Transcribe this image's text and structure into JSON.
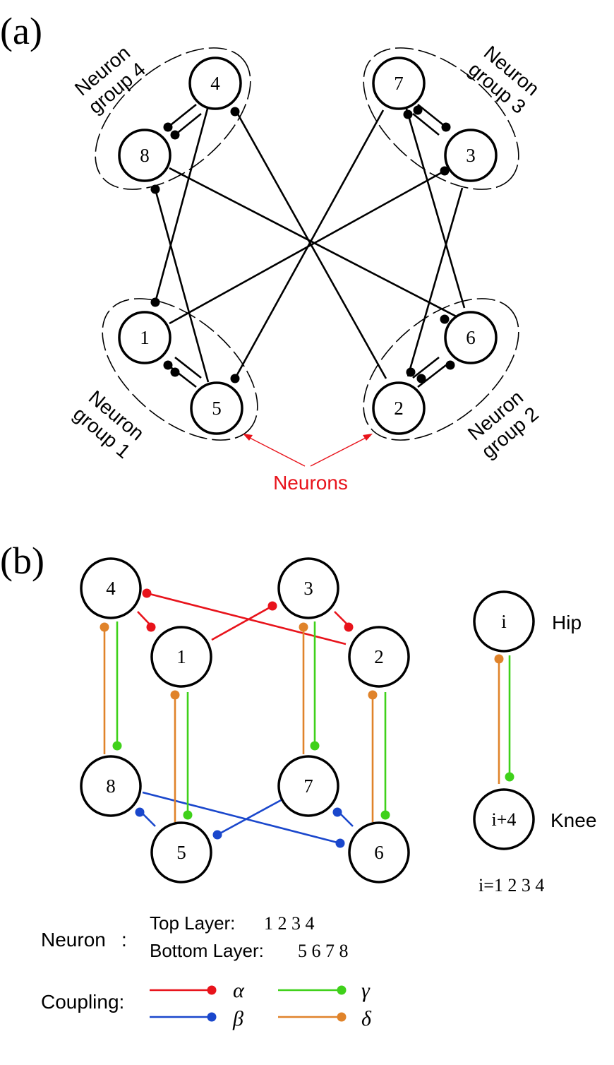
{
  "panel_a": {
    "label": "(a)",
    "neurons": [
      "1",
      "2",
      "3",
      "4",
      "5",
      "6",
      "7",
      "8"
    ],
    "groups": [
      {
        "line1": "Neuron",
        "line2": "group 1"
      },
      {
        "line1": "Neuron",
        "line2": "group 2"
      },
      {
        "line1": "Neuron",
        "line2": "group 3"
      },
      {
        "line1": "Neuron",
        "line2": "group 4"
      }
    ],
    "annotation": "Neurons",
    "annotation_color": "#e8131b"
  },
  "panel_b": {
    "label": "(b)",
    "neurons": [
      "1",
      "2",
      "3",
      "4",
      "5",
      "6",
      "7",
      "8"
    ],
    "example": {
      "hip_node": "i",
      "hip_label": "Hip",
      "knee_node": "i+4",
      "knee_label": "Knee",
      "index_note": "i=1 2 3 4"
    },
    "neuron_legend": {
      "title": "Neuron",
      "colon": ":",
      "top_label": "Top Layer:",
      "top_values": "1 2 3 4",
      "bottom_label": "Bottom Layer:",
      "bottom_values": "5 6 7 8"
    },
    "coupling_legend": {
      "title": "Coupling:",
      "items": [
        {
          "symbol": "α",
          "color": "#e8131b"
        },
        {
          "symbol": "β",
          "color": "#1a47cc"
        },
        {
          "symbol": "γ",
          "color": "#3fd11a"
        },
        {
          "symbol": "δ",
          "color": "#e0832a"
        }
      ]
    }
  }
}
